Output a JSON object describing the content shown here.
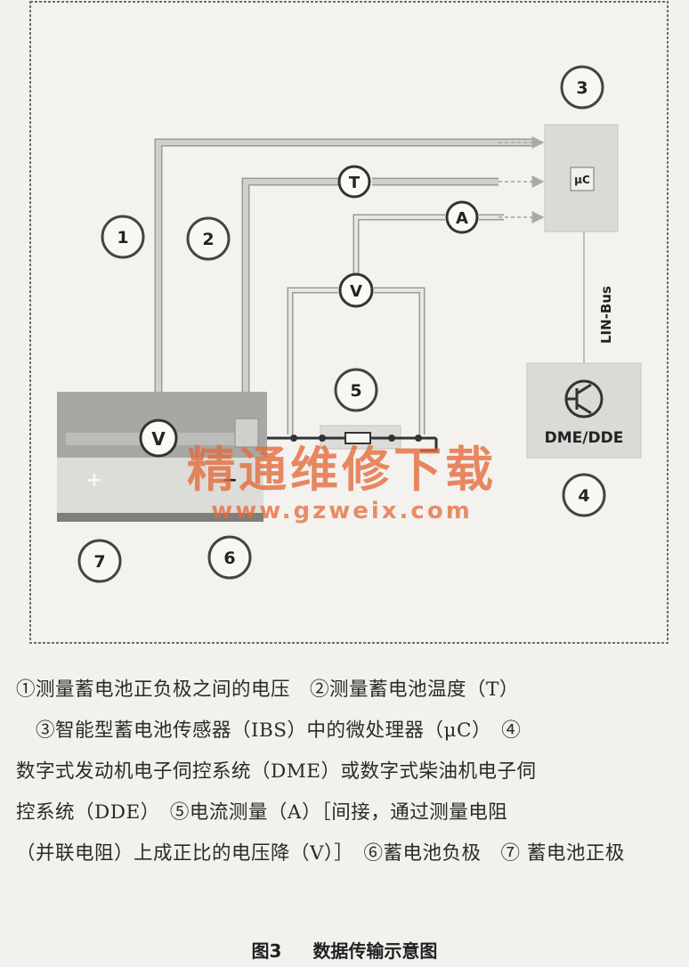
{
  "diagram": {
    "callouts": {
      "c1": "1",
      "c2": "2",
      "c3": "3",
      "c4": "4",
      "c5": "5",
      "c6": "6",
      "c7": "7"
    },
    "meter_voltage": "V",
    "meter_temperature": "T",
    "meter_current": "A",
    "microcontroller": "µC",
    "bus_label": "LIN-Bus",
    "control_unit_label": "DME/DDE",
    "battery_plus": "+",
    "battery_minus": "−"
  },
  "watermark": {
    "chinese": "精通维修下载",
    "url": "www.gzweix.com"
  },
  "caption": {
    "line1": "①测量蓄电池正负极之间的电压　②测量蓄电池温度（T）",
    "line2": "　③智能型蓄电池传感器（IBS）中的微处理器（μC）　④",
    "line3": "数字式发动机电子伺控系统（DME）或数字式柴油机电子伺",
    "line4": "控系统（DDE）　⑤电流测量（A）［间接，通过测量电阻",
    "line5": "（并联电阻）上成正比的电压降（V）］　⑥蓄电池负极　⑦",
    "line6": "蓄电池正极"
  },
  "figure": {
    "number": "图3",
    "title": "数据传输示意图"
  },
  "colors": {
    "wire": "#c9c9c5",
    "wire_edge": "#9a9a96",
    "box": "#d9d9d6",
    "battery": "#a8a8a4",
    "watermark": "#e46a3a"
  }
}
